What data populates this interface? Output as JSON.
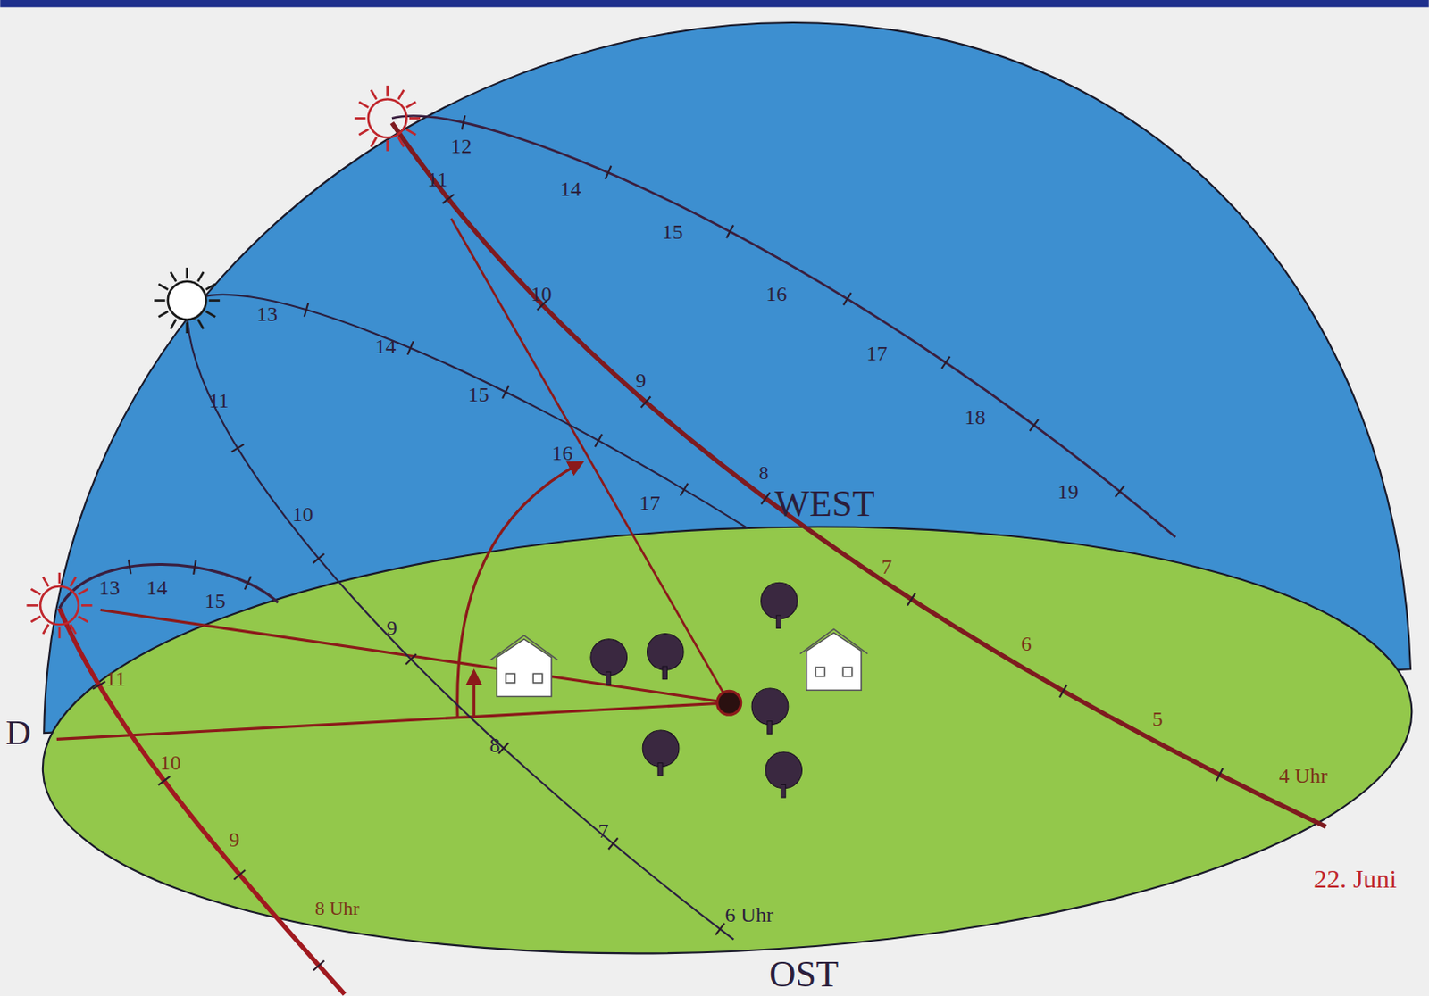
{
  "diagram": {
    "labels": [
      "4 Uhr",
      "5",
      "6",
      "7",
      "8",
      "9",
      "10",
      "11",
      "12",
      "14",
      "15",
      "16",
      "17",
      "18",
      "19",
      "22. Juni",
      "6 Uhr",
      "7",
      "8",
      "9",
      "10",
      "11",
      "13",
      "14",
      "15",
      "16",
      "17",
      "OST",
      "8 Uhr",
      "9",
      "10",
      "11",
      "13",
      "14",
      "15",
      "WEST",
      "D"
    ]
  }
}
